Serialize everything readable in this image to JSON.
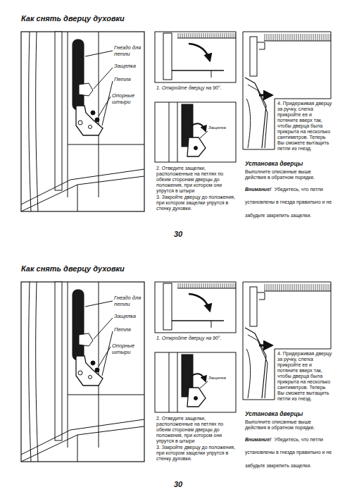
{
  "diagram": {
    "title": "Как снять дверцу духовки",
    "labels": [
      "Гнездо для петли",
      "Защелка",
      "Петля",
      "Опорные штыри",
      "1. Откройте дверцу на 90°.",
      "Защелка",
      "2. Отведите защелки, расположенные на петлях по обеим сторонам дверцы до положения, при котором они упрутся в штыри",
      "3. Закройте дверцу до положения, при котором защелки упрутся в стенку духовки.",
      "4. Придерживая дверцу за ручку, слегка прикройте ее и потяните вверх так, чтобы дверца была прикрыта на несколько сантиметров. Теперь Вы сможете вытащить петли из гнезд.",
      "Установка дверцы",
      "Выполните описанные выше действия в обратном порядке.",
      "Внимание!",
      "Убедитесь, что петли установлены в гнезда правильно и не забудьте закрепить защелки.",
      "30",
      "Как снять дверцу духовки",
      "Гнездо для петли",
      "Защелка",
      "Петля",
      "Опорные штыри",
      "1. Откройте дверцу на 90°.",
      "Защелка",
      "2. Отведите защелки, расположенные на петлях по обеим сторонам дверцы до положения, при котором они упрутся в штыри",
      "3. Закройте дверцу до положения, при котором защелки упрутся в стенку духовки.",
      "4. Придерживая дверцу за ручку, слегка прикройте ее и потяните вверх так, чтобы дверца была прикрыта на несколько сантиметров. Теперь Вы сможете вытащить петли из гнезд.",
      "Установка дверцы",
      "Выполните описанные выше действия в обратном порядке.",
      "Внимание!",
      "Убедитесь, что петли установлены в гнезда правильно и не забудьте закрепить защелки.",
      "30"
    ]
  }
}
